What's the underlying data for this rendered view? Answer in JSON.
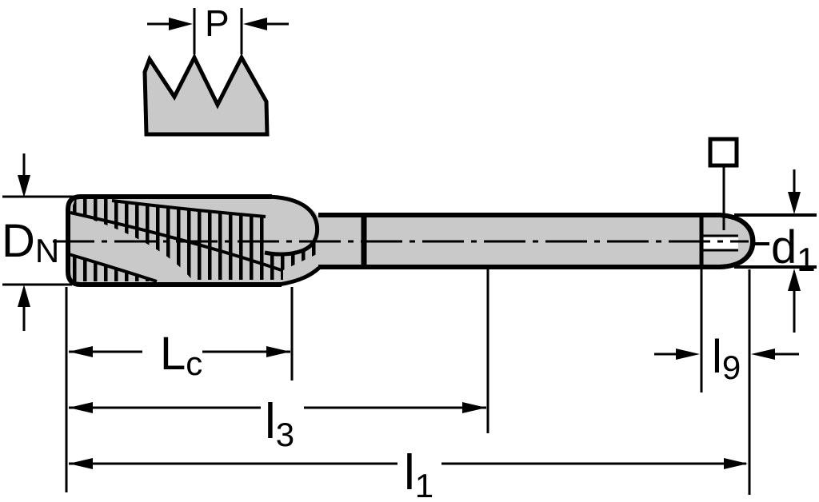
{
  "figure": {
    "kind": "tap-technical-drawing",
    "labels": {
      "p": "P",
      "dn_main": "D",
      "dn_sub": "N",
      "d1_main": "d",
      "d1_sub": "1",
      "lc_main": "L",
      "lc_sub": "c",
      "l3_main": "l",
      "l3_sub": "3",
      "l1_main": "l",
      "l1_sub": "1",
      "l9_main": "l",
      "l9_sub": "9"
    },
    "colors": {
      "tool_fill": "#c9c9c9",
      "line_color": "#000000",
      "background": "#ffffff"
    }
  }
}
